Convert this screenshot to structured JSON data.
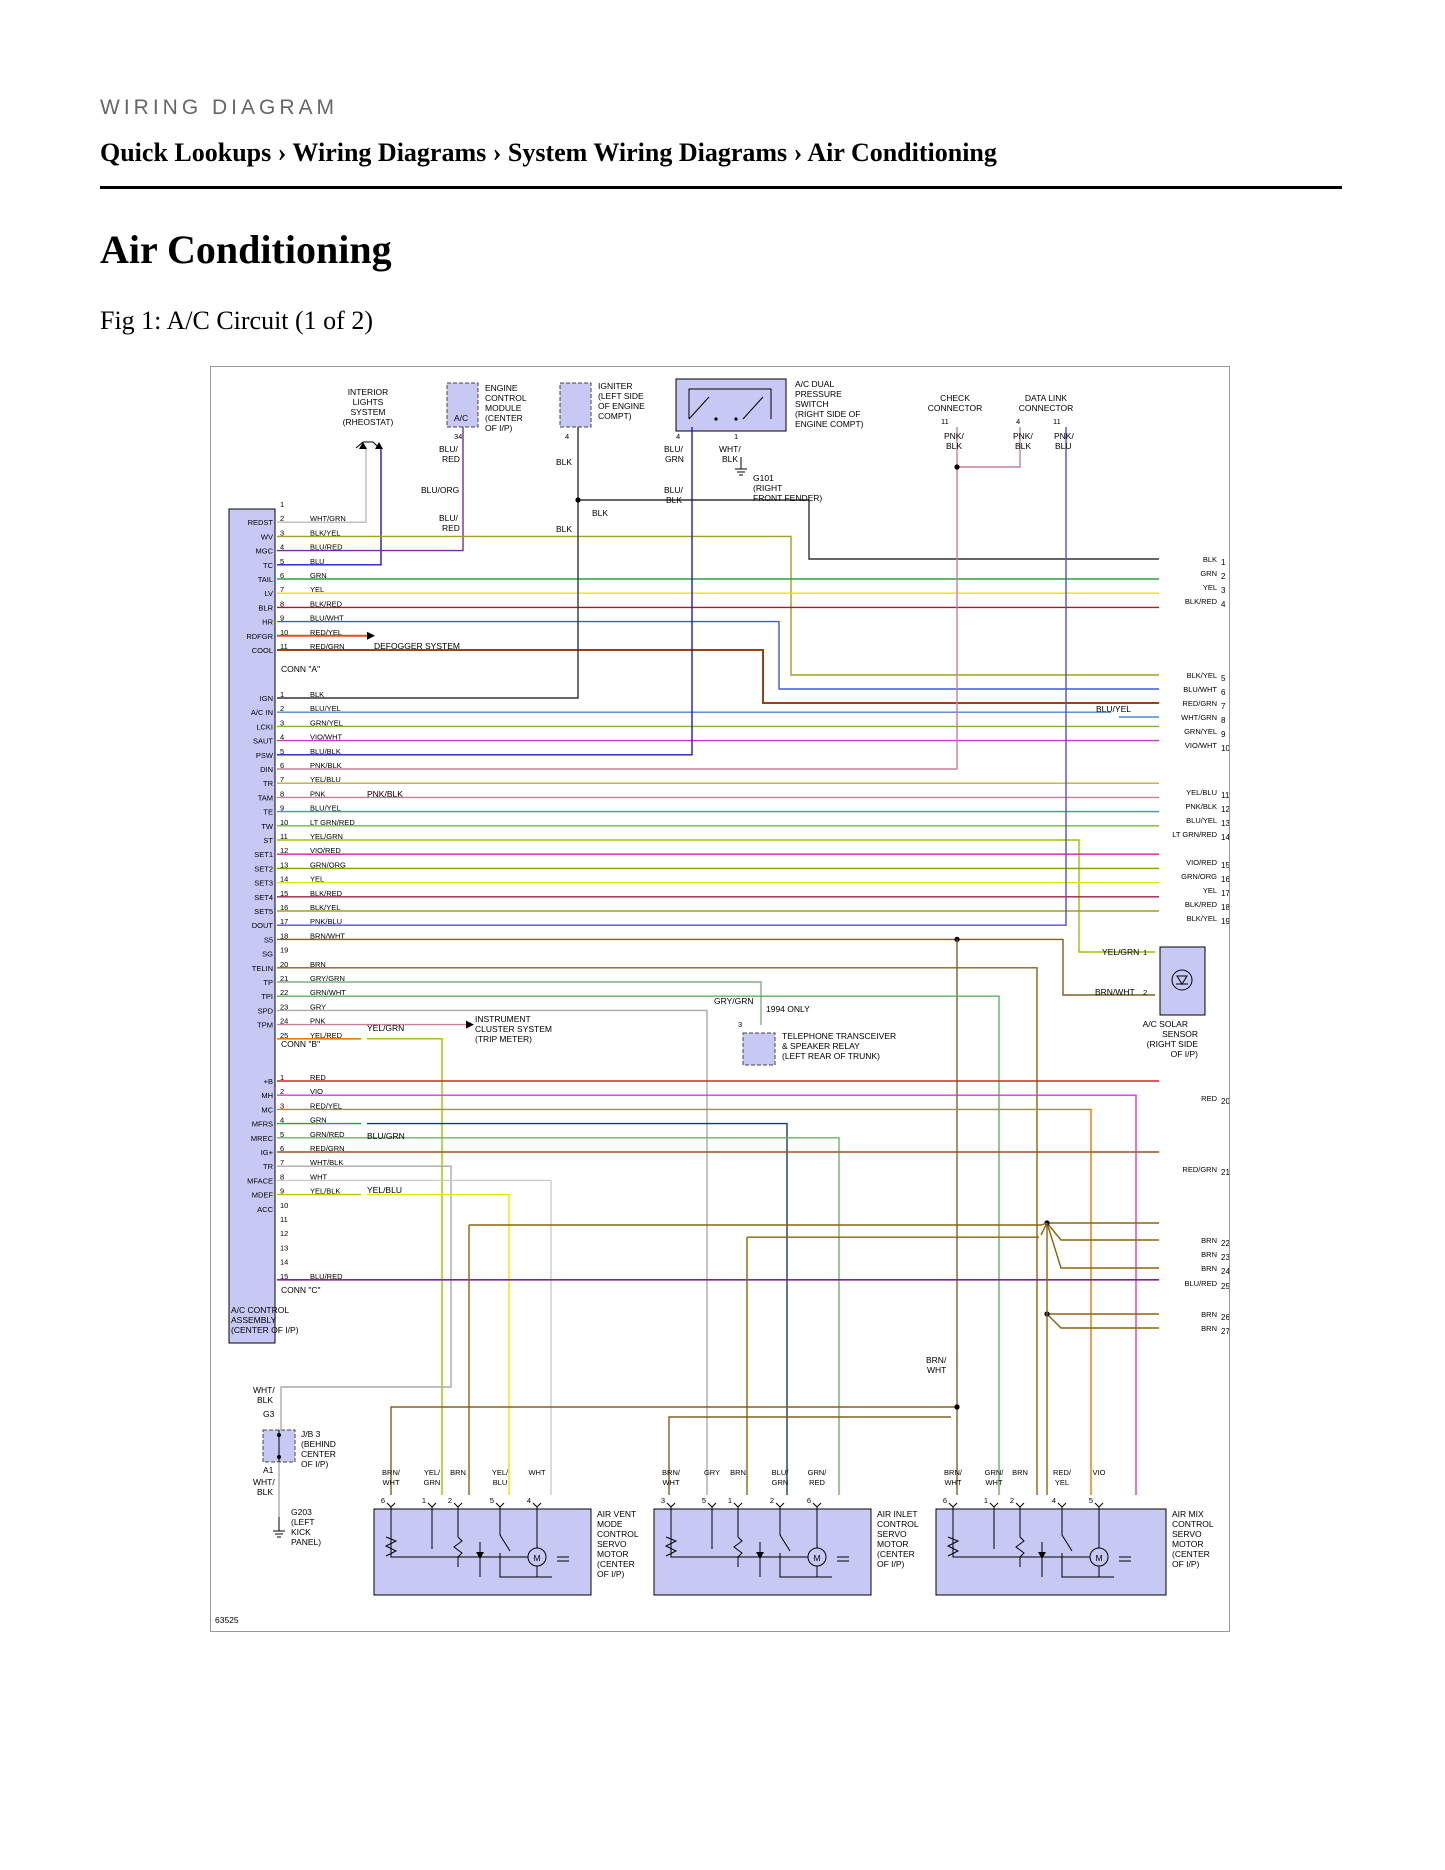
{
  "header": {
    "kicker": "WIRING DIAGRAM",
    "breadcrumb": "Quick Lookups › Wiring Diagrams › System Wiring Diagrams › Air Conditioning",
    "title": "Air Conditioning",
    "caption": "Fig 1: A/C Circuit (1 of 2)"
  },
  "diagram": {
    "figure_id": "63525",
    "colors": {
      "BLK": "#333333",
      "GRN": "#2e9e3e",
      "YEL": "#e6e600",
      "RED": "#e02020",
      "BLU": "#1a1acc",
      "VIO": "#d63ad6",
      "BRN": "#8b6508",
      "WHT": "#bbbbbb",
      "GRY": "#aaaaaa",
      "PNK": "#c87f9a",
      "ORG": "#e07b00",
      "LTGRN": "#7ab832",
      "module_fill": "#c8c8f4"
    },
    "components": {
      "interior_lights": "INTERIOR LIGHTS SYSTEM (RHEOSTAT)",
      "ecm": "ENGINE CONTROL MODULE (CENTER OF I/P)",
      "ecm_pin_label": "A/C",
      "igniter": "IGNITER (LEFT SIDE OF ENGINE COMPT)",
      "pressure_switch": "A/C DUAL PRESSURE SWITCH (RIGHT SIDE OF ENGINE COMPT)",
      "check_connector": "CHECK CONNECTOR",
      "data_link": "DATA LINK CONNECTOR",
      "g101": "G101 (RIGHT FRONT FENDER)",
      "defogger": "DEFOGGER SYSTEM",
      "cluster": "INSTRUMENT CLUSTER SYSTEM (TRIP METER)",
      "telephone": "TELEPHONE TRANSCEIVER & SPEAKER RELAY (LEFT REAR OF TRUNK)",
      "only_1994": "1994 ONLY",
      "solar": "A/C SOLAR SENSOR (RIGHT SIDE OF I/P)",
      "ac_control": "A/C CONTROL ASSEMBLY (CENTER OF I/P)",
      "jb3": "J/B 3 (BEHIND CENTER OF I/P)",
      "g203": "G203 (LEFT KICK PANEL)",
      "vent_motor": "AIR VENT MODE CONTROL SERVO MOTOR (CENTER OF I/P)",
      "inlet_motor": "AIR INLET CONTROL SERVO MOTOR (CENTER OF I/P)",
      "mix_motor": "AIR MIX CONTROL SERVO MOTOR (CENTER OF I/P)",
      "conn_a": "CONN \"A\"",
      "conn_b": "CONN \"B\"",
      "conn_c": "CONN \"C\"",
      "motor_symbol": "M"
    },
    "top_wire_labels": {
      "ecm_pin": "34",
      "ecm_w1": "BLU/ RED",
      "ecm_w2": "BLU/ORG",
      "ecm_w3": "BLU/ RED",
      "ign_pin": "4",
      "ign_w1": "BLK",
      "ign_w2": "BLK",
      "ign_w3": "BLK",
      "ps_pin1": "4",
      "ps_pin2": "1",
      "ps_w1": "BLU/ GRN",
      "ps_w2": "WHT/ BLK",
      "ps_w3": "BLU/ BLK",
      "cc_pin": "11",
      "cc_w": "PNK/ BLK",
      "dl_pin1": "4",
      "dl_pin2": "11",
      "dl_w1": "PNK/ BLK",
      "dl_w2": "PNK/ BLU"
    },
    "conn_a_terms": [
      "REDST",
      "WV",
      "MGC",
      "TC",
      "TAIL",
      "LV",
      "BLR",
      "HR",
      "RDFGR",
      "COOL"
    ],
    "conn_b_terms": [
      "IGN",
      "A/C IN",
      "LCKI",
      "SAUT",
      "PSW",
      "DIN",
      "TR",
      "TAM",
      "TE",
      "TW",
      "ST",
      "SET1",
      "SET2",
      "SET3",
      "SET4",
      "SET5",
      "DOUT",
      "S5",
      "SG",
      "TELIN",
      "TP",
      "TPI",
      "SPD",
      "TPM"
    ],
    "conn_c_terms": [
      "+B",
      "MH",
      "MC",
      "MFRS",
      "MREC",
      "IG+",
      "TR",
      "MFACE",
      "MDEF",
      "ACC"
    ],
    "conn_a_wires": [
      {
        "pin": "1",
        "label": ""
      },
      {
        "pin": "2",
        "label": "WHT/GRN"
      },
      {
        "pin": "3",
        "label": "BLK/YEL"
      },
      {
        "pin": "4",
        "label": "BLU/RED"
      },
      {
        "pin": "5",
        "label": "BLU"
      },
      {
        "pin": "6",
        "label": "GRN"
      },
      {
        "pin": "7",
        "label": "YEL"
      },
      {
        "pin": "8",
        "label": "BLK/RED"
      },
      {
        "pin": "9",
        "label": "BLU/WHT"
      },
      {
        "pin": "10",
        "label": "RED/YEL"
      },
      {
        "pin": "11",
        "label": "RED/GRN"
      }
    ],
    "conn_b_wires": [
      {
        "pin": "1",
        "label": "BLK"
      },
      {
        "pin": "2",
        "label": "BLU/YEL"
      },
      {
        "pin": "3",
        "label": "GRN/YEL"
      },
      {
        "pin": "4",
        "label": "VIO/WHT"
      },
      {
        "pin": "5",
        "label": "BLU/BLK"
      },
      {
        "pin": "6",
        "label": "PNK/BLK"
      },
      {
        "pin": "7",
        "label": "YEL/BLU"
      },
      {
        "pin": "8",
        "label": "PNK"
      },
      {
        "pin": "9",
        "label": "BLU/YEL"
      },
      {
        "pin": "10",
        "label": "LT GRN/RED"
      },
      {
        "pin": "11",
        "label": "YEL/GRN"
      },
      {
        "pin": "12",
        "label": "VIO/RED"
      },
      {
        "pin": "13",
        "label": "GRN/ORG"
      },
      {
        "pin": "14",
        "label": "YEL"
      },
      {
        "pin": "15",
        "label": "BLK/RED"
      },
      {
        "pin": "16",
        "label": "BLK/YEL"
      },
      {
        "pin": "17",
        "label": "PNK/BLU"
      },
      {
        "pin": "18",
        "label": "BRN/WHT"
      },
      {
        "pin": "19",
        "label": ""
      },
      {
        "pin": "20",
        "label": "BRN"
      },
      {
        "pin": "21",
        "label": "GRY/GRN"
      },
      {
        "pin": "22",
        "label": "GRN/WHT"
      },
      {
        "pin": "23",
        "label": "GRY"
      },
      {
        "pin": "24",
        "label": "PNK"
      },
      {
        "pin": "25",
        "label": "YEL/RED"
      }
    ],
    "conn_c_wires": [
      {
        "pin": "1",
        "label": "RED"
      },
      {
        "pin": "2",
        "label": "VIO"
      },
      {
        "pin": "3",
        "label": "RED/YEL"
      },
      {
        "pin": "4",
        "label": "GRN"
      },
      {
        "pin": "5",
        "label": "GRN/RED"
      },
      {
        "pin": "6",
        "label": "RED/GRN"
      },
      {
        "pin": "7",
        "label": "WHT/BLK"
      },
      {
        "pin": "8",
        "label": "WHT"
      },
      {
        "pin": "9",
        "label": "YEL/BLK"
      },
      {
        "pin": "10",
        "label": ""
      },
      {
        "pin": "11",
        "label": ""
      },
      {
        "pin": "12",
        "label": ""
      },
      {
        "pin": "13",
        "label": ""
      },
      {
        "pin": "14",
        "label": ""
      },
      {
        "pin": "15",
        "label": "BLU/RED"
      }
    ],
    "mid_labels": {
      "pnk_blk": "PNK/BLK",
      "yel_grn_b25": "YEL/GRN",
      "blu_grn_c4": "BLU/GRN",
      "yel_blu_c9": "YEL/BLU",
      "gry_grn": "GRY/GRN",
      "tel_pin": "3",
      "blu_yel_right": "BLU/YEL"
    },
    "right_labels": [
      {
        "label": "BLK",
        "num": "1"
      },
      {
        "label": "GRN",
        "num": "2"
      },
      {
        "label": "YEL",
        "num": "3"
      },
      {
        "label": "BLK/RED",
        "num": "4"
      },
      {
        "label": "BLK/YEL",
        "num": "5"
      },
      {
        "label": "BLU/WHT",
        "num": "6"
      },
      {
        "label": "RED/GRN",
        "num": "7"
      },
      {
        "label": "WHT/GRN",
        "num": "8"
      },
      {
        "label": "GRN/YEL",
        "num": "9"
      },
      {
        "label": "VIO/WHT",
        "num": "10"
      },
      {
        "label": "YEL/BLU",
        "num": "11"
      },
      {
        "label": "PNK/BLK",
        "num": "12"
      },
      {
        "label": "BLU/YEL",
        "num": "13"
      },
      {
        "label": "LT GRN/RED",
        "num": "14"
      },
      {
        "label": "VIO/RED",
        "num": "15"
      },
      {
        "label": "GRN/ORG",
        "num": "16"
      },
      {
        "label": "YEL",
        "num": "17"
      },
      {
        "label": "BLK/RED",
        "num": "18"
      },
      {
        "label": "BLK/YEL",
        "num": "19"
      },
      {
        "label": "RED",
        "num": "20"
      },
      {
        "label": "RED/GRN",
        "num": "21"
      },
      {
        "label": "BRN",
        "num": "22"
      },
      {
        "label": "BRN",
        "num": "23"
      },
      {
        "label": "BRN",
        "num": "24"
      },
      {
        "label": "BLU/RED",
        "num": "25"
      },
      {
        "label": "BRN",
        "num": "26"
      },
      {
        "label": "BRN",
        "num": "27"
      }
    ],
    "solar_labels": {
      "w1": "YEL/GRN",
      "p1": "1",
      "w2": "BRN/WHT",
      "p2": "2"
    },
    "ground_labels": {
      "wht_blk_1": "WHT/ BLK",
      "g3": "G3",
      "a1": "A1",
      "wht_blk_2": "WHT/ BLK",
      "brn_wht_top": "BRN/ WHT"
    },
    "motor_vent": {
      "wires": [
        "BRN/ WHT",
        "YEL/ GRN",
        "BRN",
        "YEL/ BLU",
        "WHT"
      ],
      "pins": [
        "6",
        "1",
        "2",
        "5",
        "4"
      ]
    },
    "motor_inlet": {
      "wires": [
        "BRN/ WHT",
        "GRY",
        "BRN",
        "BLU/ GRN",
        "GRN/ RED"
      ],
      "pins": [
        "3",
        "5",
        "1",
        "2",
        "6"
      ]
    },
    "motor_mix": {
      "wires": [
        "BRN/ WHT",
        "GRN/ WHT",
        "BRN",
        "RED/ YEL",
        "VIO"
      ],
      "pins": [
        "6",
        "1",
        "2",
        "4",
        "5"
      ]
    }
  }
}
